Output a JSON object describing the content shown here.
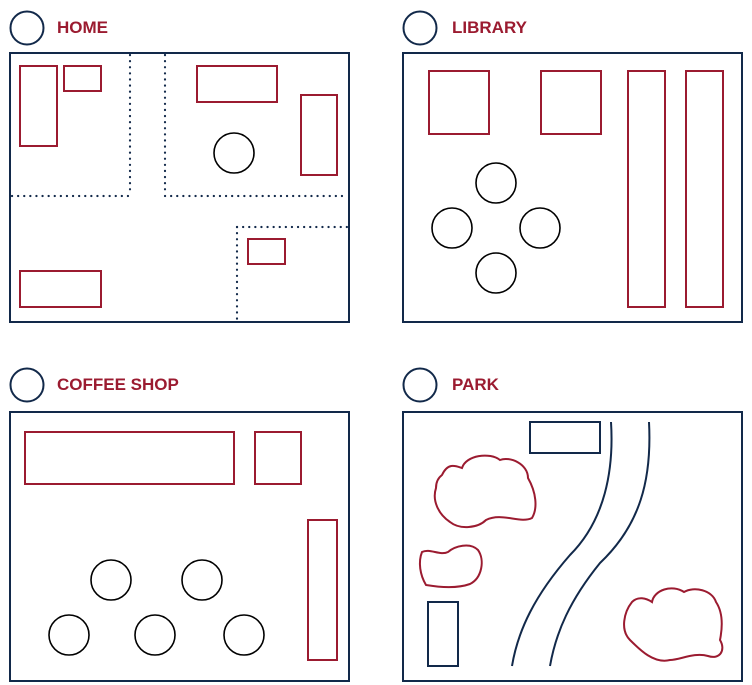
{
  "panels": {
    "home": {
      "title": "HOME"
    },
    "library": {
      "title": "LIBRARY"
    },
    "coffee_shop": {
      "title": "COFFEE SHOP"
    },
    "park": {
      "title": "PARK"
    }
  },
  "colors": {
    "accent": "#9b1b30",
    "outline": "#12294a",
    "furniture_circle": "#000000"
  }
}
